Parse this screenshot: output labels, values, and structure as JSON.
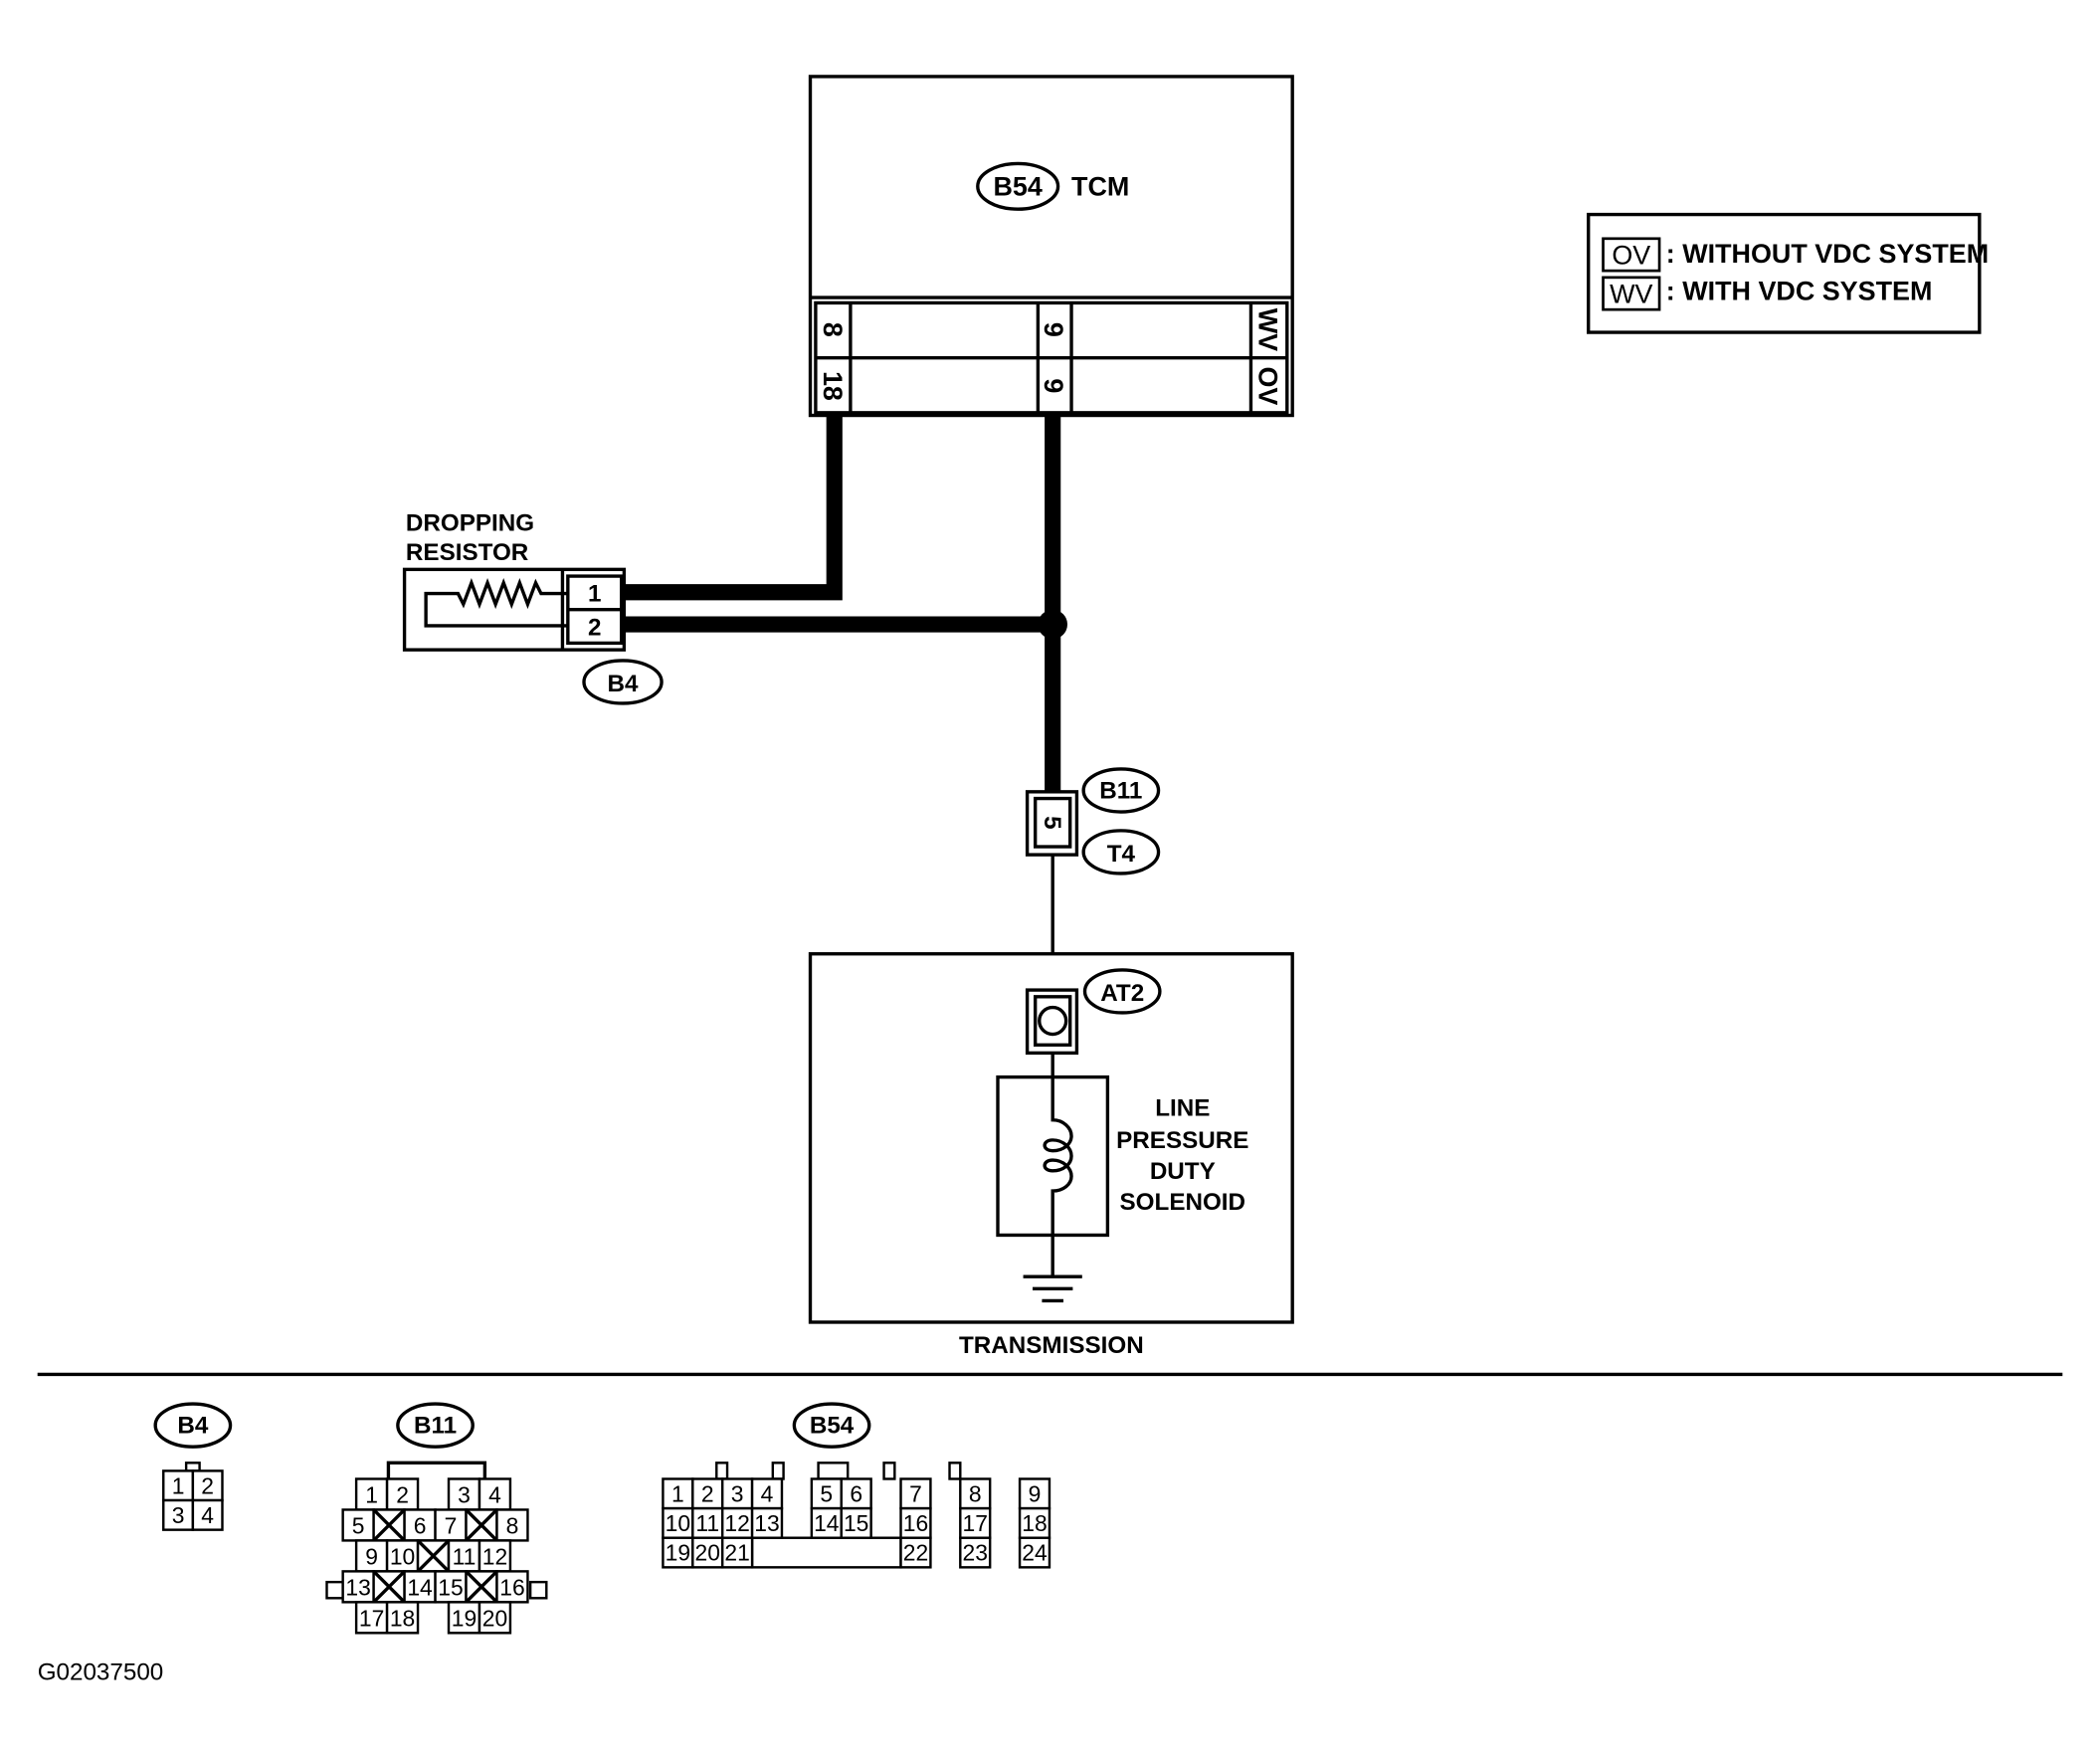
{
  "tcm": {
    "connector": "B54",
    "name": "TCM"
  },
  "tcm_terminals": {
    "wv_row": {
      "left": "8",
      "mid": "9",
      "variant": "WV"
    },
    "ov_row": {
      "left": "18",
      "mid": "9",
      "variant": "OV"
    }
  },
  "legend": {
    "items": [
      {
        "code": "OV",
        "text": ": WITHOUT VDC SYSTEM"
      },
      {
        "code": "WV",
        "text": ": WITH VDC SYSTEM"
      }
    ]
  },
  "resistor": {
    "label_line1": "DROPPING",
    "label_line2": "RESISTOR",
    "connector": "B4",
    "pin1": "1",
    "pin2": "2"
  },
  "inline_connector": {
    "upper_id": "B11",
    "lower_id": "T4",
    "pin": "5"
  },
  "transmission": {
    "label": "TRANSMISSION",
    "connector": "AT2",
    "solenoid_lines": [
      "LINE",
      "PRESSURE",
      "DUTY",
      "SOLENOID"
    ]
  },
  "connector_faces": {
    "b4": {
      "id": "B4",
      "pins": [
        "1",
        "2",
        "3",
        "4"
      ]
    },
    "b11": {
      "id": "B11",
      "rows": [
        [
          "1",
          "2",
          "",
          "3",
          "4"
        ],
        [
          "5",
          "X",
          "6",
          "7",
          "X",
          "8"
        ],
        [
          "9",
          "10",
          "X",
          "11",
          "12"
        ],
        [
          "13",
          "X",
          "14",
          "15",
          "X",
          "16"
        ],
        [
          "17",
          "18",
          "",
          "19",
          "20"
        ]
      ]
    },
    "b54": {
      "id": "B54",
      "rows": [
        [
          "1",
          "2",
          "3",
          "4",
          "",
          "5",
          "6",
          "",
          "7",
          "",
          "8",
          "",
          "9"
        ],
        [
          "10",
          "11",
          "12",
          "13",
          "",
          "14",
          "15",
          "",
          "16",
          "",
          "17",
          "",
          "18"
        ],
        [
          "19",
          "20",
          "21",
          "",
          "",
          "",
          "",
          "",
          "22",
          "",
          "23",
          "",
          "24"
        ]
      ]
    }
  },
  "figure_code": "G02037500"
}
